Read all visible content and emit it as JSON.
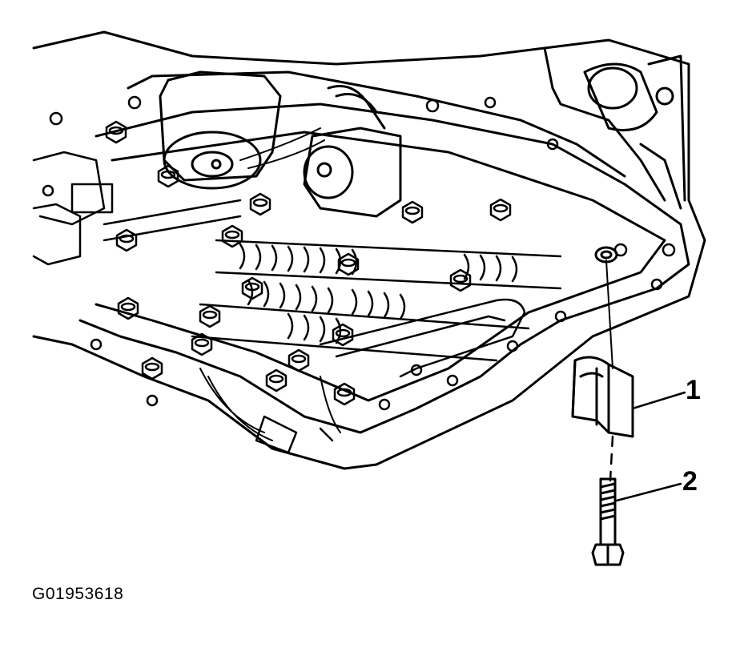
{
  "callouts": {
    "item_1": "1",
    "item_2": "2"
  },
  "figure_id": "G01953618",
  "colors": {
    "line": "#000000",
    "background": "#ffffff"
  },
  "icons": {
    "part_1": "seal-bracket-icon",
    "part_2": "bolt-icon"
  }
}
